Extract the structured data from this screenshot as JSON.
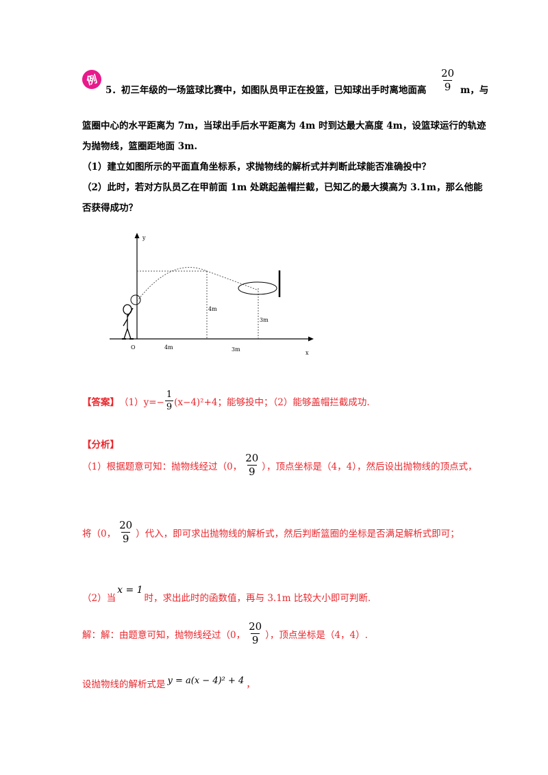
{
  "example_badge": "例",
  "problem": {
    "line1": "5．初三年级的一场篮球比赛中，如图队员甲正在投篮，已知球出手时离地面高",
    "line1_frac_num": "20",
    "line1_frac_den": "9",
    "line1_tail": "m，与",
    "line2": "篮圈中心的水平距离为 7m，当球出手后水平距离为 4m 时到达最大高度 4m，设篮球运行的轨迹",
    "line3": "为抛物线，篮圈距地面 3m.",
    "q1": "（1）建立如图所示的平面直角坐标系，求抛物线的解析式并判断此球能否准确投中？",
    "q2a": "（2）此时，若对方队员乙在甲前面 1m 处跳起盖帽拦截，已知乙的最大摸高为 3.1m，那么他能",
    "q2b": "否获得成功？"
  },
  "figure": {
    "y_axis": "y",
    "x_axis": "x",
    "origin": "O",
    "label_4m_vertical": "4m",
    "label_3m_vertical": "3m",
    "label_4m_horizontal": "4m",
    "label_3m_horizontal": "3m"
  },
  "answer": {
    "tag": "【答案】",
    "pre": "（1）y=−",
    "frac_num": "1",
    "frac_den": "9",
    "post": "(x−4)²+4；能够投中；（2）能够盖帽拦截成功."
  },
  "analysis": {
    "tag": "【分析】",
    "p1_pre": "（1）根据题意可知：抛物线经过（0，",
    "p1_num": "20",
    "p1_den": "9",
    "p1_post": "），顶点坐标是（4，4），然后设出抛物线的顶点式，",
    "p2_pre": "将（0，",
    "p2_num": "20",
    "p2_den": "9",
    "p2_post": "）代入，即可求出抛物线的解析式，然后判断篮圈的坐标是否满足解析式即可；",
    "p3_pre": "（2）当",
    "p3_math": "x = 1",
    "p3_post": "时，求出此时的函数值，再与 3.1m 比较大小即可判断."
  },
  "solution": {
    "s1_pre": "解：解：由题意可知，抛物线经过（0，",
    "s1_num": "20",
    "s1_den": "9",
    "s1_post": "），顶点坐标是（4，4）.",
    "s2_pre": "设抛物线的解析式是",
    "s2_math": "y = a(x − 4)² + 4",
    "s2_post": "，"
  },
  "colors": {
    "accent_red": "#e8262c",
    "badge": "#e8198b"
  }
}
